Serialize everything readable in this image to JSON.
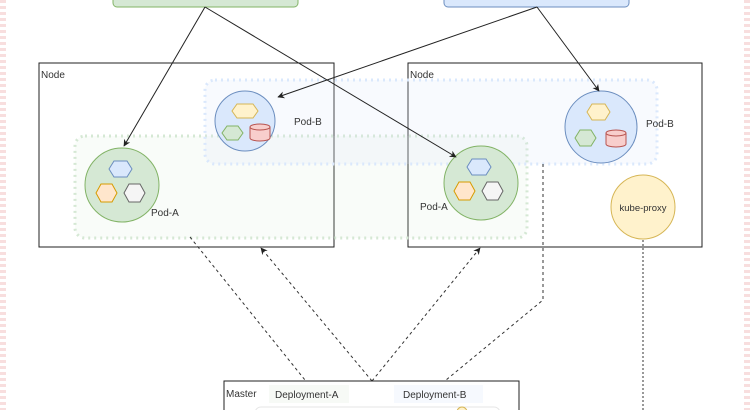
{
  "diagram": {
    "nodes": [
      {
        "label": "Node"
      },
      {
        "label": "Node"
      }
    ],
    "pods": {
      "pod_a_label": "Pod-A",
      "pod_b_label": "Pod-B"
    },
    "kube_proxy": {
      "label": "kube-proxy"
    },
    "master": {
      "label": "Master",
      "deployments": [
        "Deployment-A",
        "Deployment-B"
      ]
    },
    "colors": {
      "green_fill": "#d5e8d4",
      "green_stroke": "#82b366",
      "blue_fill": "#dae8fc",
      "blue_stroke": "#6c8ebf",
      "yellow_fill": "#fff2cc",
      "yellow_stroke": "#d6b656",
      "orange_fill": "#ffe6cc",
      "orange_stroke": "#d79b00",
      "red_fill": "#f8cecc",
      "red_stroke": "#b85450",
      "gray_fill": "#f5f5f5",
      "gray_stroke": "#666666"
    }
  }
}
